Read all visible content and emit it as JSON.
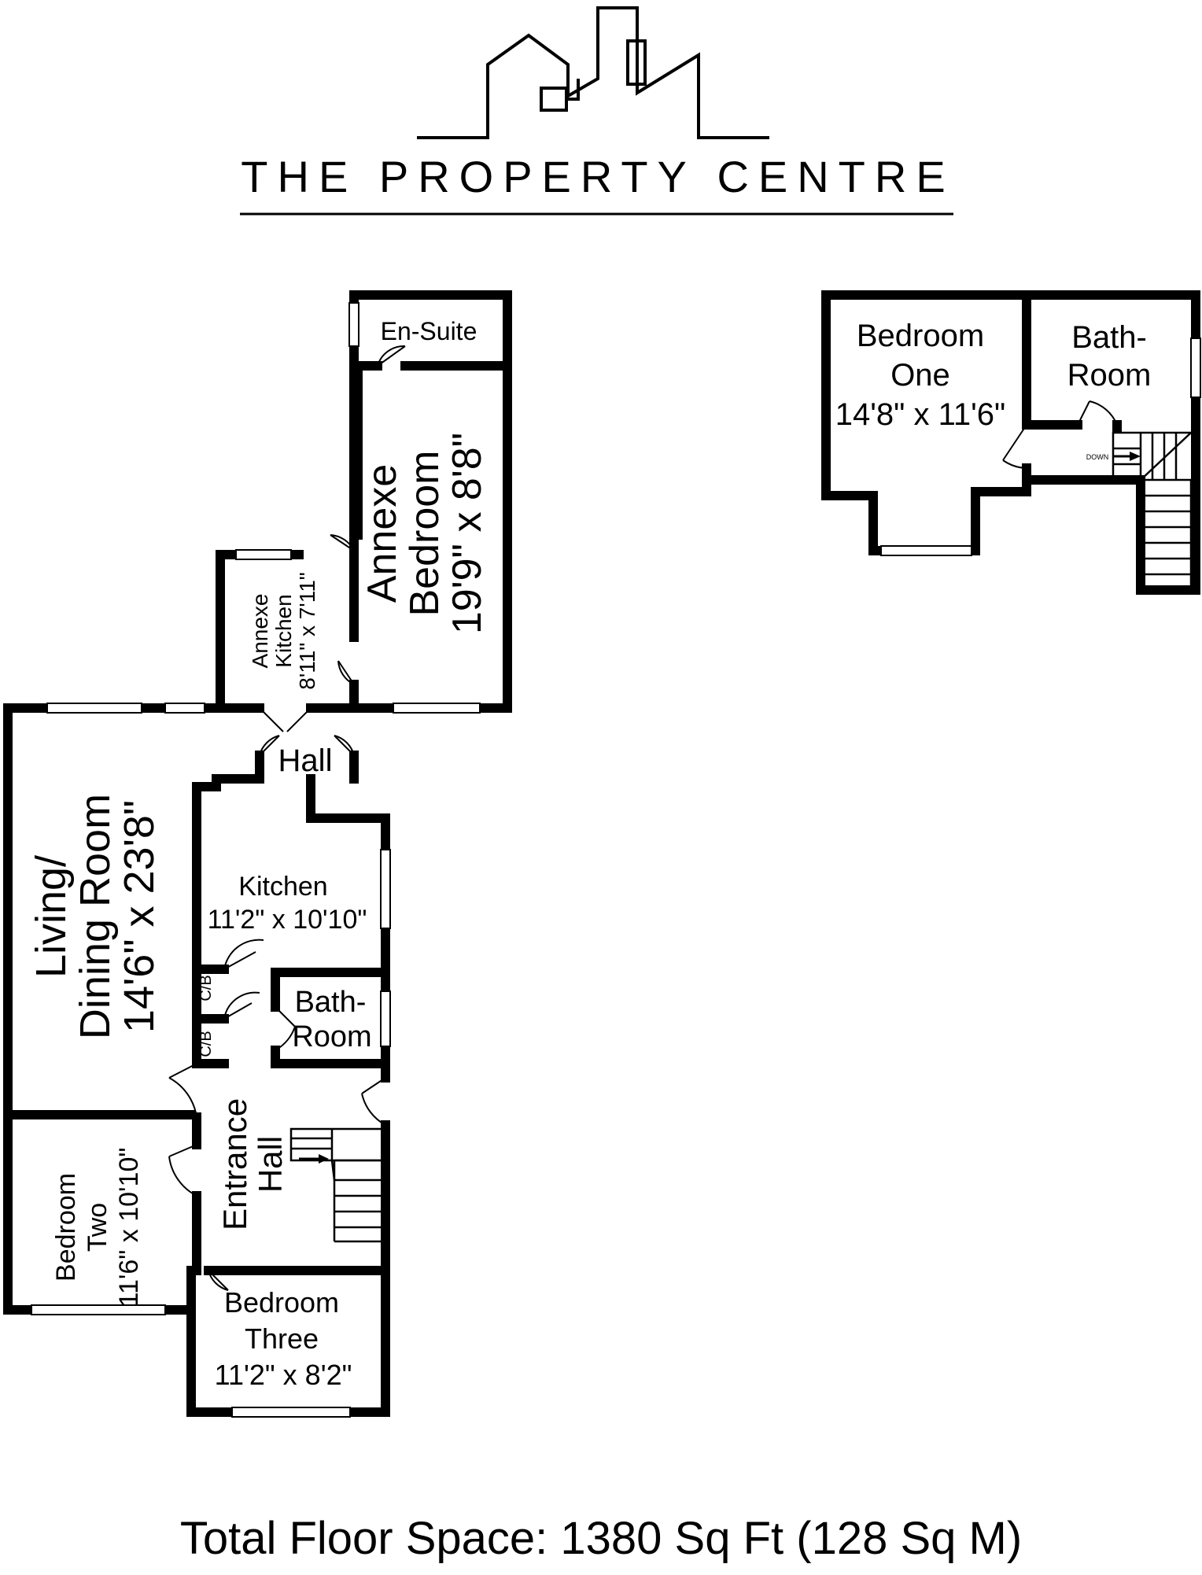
{
  "brand": {
    "name": "THE PROPERTY CENTRE"
  },
  "rooms": {
    "en_suite": {
      "name": "En-Suite"
    },
    "annexe_bedroom": {
      "line1": "Annexe",
      "line2": "Bedroom",
      "size": "19'9\" x 8'8\""
    },
    "annexe_kitchen": {
      "line1": "Annexe",
      "line2": "Kitchen",
      "size": "8'11\" x 7'11\""
    },
    "hall": {
      "name": "Hall"
    },
    "living_dining": {
      "line1": "Living/",
      "line2": "Dining Room",
      "size": "14'6\" x 23'8\""
    },
    "kitchen": {
      "name": "Kitchen",
      "size": "11'2\" x 10'10\""
    },
    "cb_upper": {
      "name": "C/B"
    },
    "cb_lower": {
      "name": "C/B"
    },
    "bathroom_ground": {
      "line1": "Bath-",
      "line2": "Room"
    },
    "entrance_hall": {
      "line1": "Entrance",
      "line2": "Hall"
    },
    "bedroom_two": {
      "line1": "Bedroom",
      "line2": "Two",
      "size": "11'6\" x 10'10\""
    },
    "bedroom_three": {
      "line1": "Bedroom",
      "line2": "Three",
      "size": "11'2\" x 8'2\""
    },
    "bedroom_one": {
      "line1": "Bedroom",
      "line2": "One",
      "size": "14'8\" x 11'6\""
    },
    "bathroom_first": {
      "line1": "Bath-",
      "line2": "Room"
    }
  },
  "stairs": {
    "label": "DOWN"
  },
  "footer": {
    "total": "Total Floor Space: 1380 Sq Ft (128 Sq M)"
  }
}
